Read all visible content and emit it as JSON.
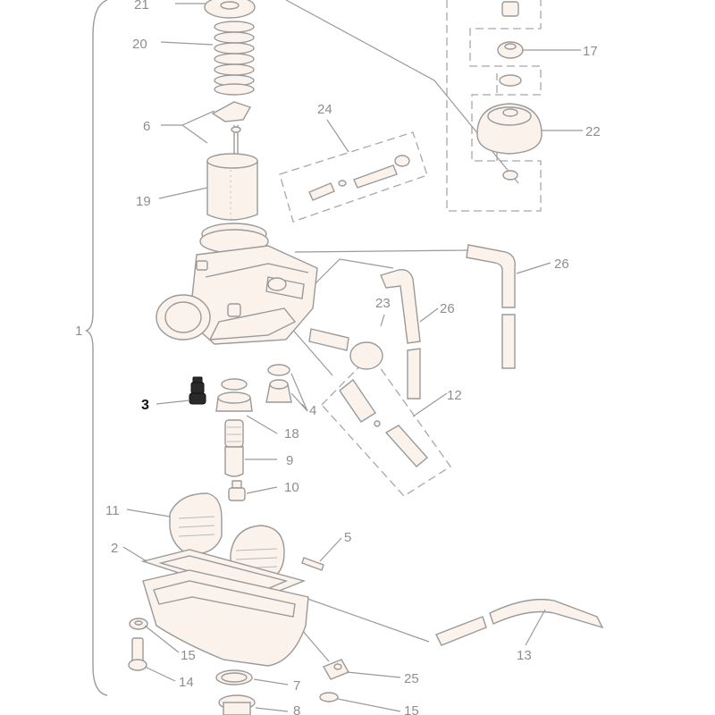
{
  "parts": [
    {
      "id": "21",
      "label": "21"
    },
    {
      "id": "20",
      "label": "20"
    },
    {
      "id": "17",
      "label": "17"
    },
    {
      "id": "6",
      "label": "6"
    },
    {
      "id": "24",
      "label": "24"
    },
    {
      "id": "22",
      "label": "22"
    },
    {
      "id": "19",
      "label": "19"
    },
    {
      "id": "26a",
      "label": "26"
    },
    {
      "id": "23",
      "label": "23"
    },
    {
      "id": "26b",
      "label": "26"
    },
    {
      "id": "1",
      "label": "1"
    },
    {
      "id": "12",
      "label": "12"
    },
    {
      "id": "3",
      "label": "3"
    },
    {
      "id": "4",
      "label": "4"
    },
    {
      "id": "18",
      "label": "18"
    },
    {
      "id": "9",
      "label": "9"
    },
    {
      "id": "10",
      "label": "10"
    },
    {
      "id": "11",
      "label": "11"
    },
    {
      "id": "5",
      "label": "5"
    },
    {
      "id": "2",
      "label": "2"
    },
    {
      "id": "13",
      "label": "13"
    },
    {
      "id": "15a",
      "label": "15"
    },
    {
      "id": "14",
      "label": "14"
    },
    {
      "id": "7",
      "label": "7"
    },
    {
      "id": "25",
      "label": "25"
    },
    {
      "id": "8",
      "label": "8"
    },
    {
      "id": "15b",
      "label": "15"
    }
  ],
  "highlighted_part": "3",
  "colors": {
    "line": "#9a9a9a",
    "part_fill": "#fbf2ec",
    "highlight": "#111111"
  }
}
